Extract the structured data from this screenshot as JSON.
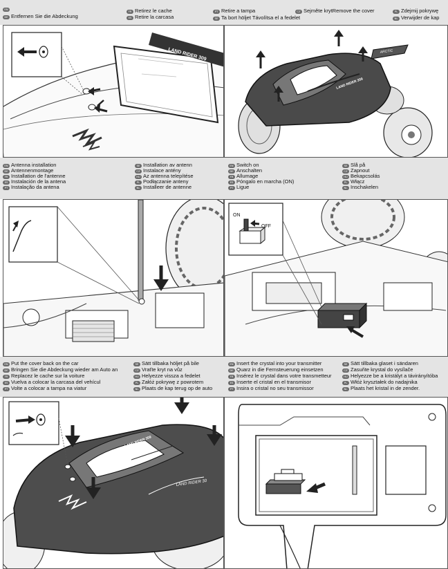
{
  "band1": {
    "items": [
      {
        "code": "EN",
        "text": ""
      },
      {
        "code": "DE",
        "text": "Entfernen Sie die Abdeckung"
      },
      {
        "code": "FR",
        "text": "Retirez le cache"
      },
      {
        "code": "ES",
        "text": "Retire la carcasa"
      },
      {
        "code": "PT",
        "text": "Retire a tampa"
      },
      {
        "code": "SE",
        "text": "Ta bort höljet Távolítsa el a fedelet"
      },
      {
        "code": "CZ",
        "text": "Sejměte krytRemove the cover"
      },
      {
        "code": "PL",
        "text": "Zdejmij pokrywę"
      },
      {
        "code": "NL",
        "text": "Verwijder de kap"
      }
    ]
  },
  "band2": {
    "items": [
      {
        "code": "EN",
        "text": "Antenna installation"
      },
      {
        "code": "DE",
        "text": "Antennenmontage"
      },
      {
        "code": "FR",
        "text": "Installation de l'antenne"
      },
      {
        "code": "ES",
        "text": "Instalación de la antena"
      },
      {
        "code": "PT",
        "text": "Instalação da antena"
      },
      {
        "code": "SE",
        "text": "Installation av antenn"
      },
      {
        "code": "CZ",
        "text": "Instalace antény"
      },
      {
        "code": "HU",
        "text": "Az antenna telepítése"
      },
      {
        "code": "PL",
        "text": "Podłączanie anteny"
      },
      {
        "code": "NL",
        "text": "Installeer de antenne"
      },
      {
        "code": "EN",
        "text": "Switch on"
      },
      {
        "code": "DE",
        "text": "Anschalten"
      },
      {
        "code": "FR",
        "text": "Allumage"
      },
      {
        "code": "ES",
        "text": "Póngalo en marcha (ON)"
      },
      {
        "code": "PT",
        "text": "Ligue"
      },
      {
        "code": "SE",
        "text": "Slå på"
      },
      {
        "code": "CZ",
        "text": "Zapnout"
      },
      {
        "code": "HU",
        "text": "Bekapcsolás"
      },
      {
        "code": "PL",
        "text": "Włącz"
      },
      {
        "code": "NL",
        "text": "Inschakelen"
      }
    ]
  },
  "band3": {
    "items": [
      {
        "code": "EN",
        "text": "Put the cover back on the car"
      },
      {
        "code": "DE",
        "text": "Bringen Sie die Abdeckung wieder am Auto an"
      },
      {
        "code": "FR",
        "text": "Replacez le cache sur la voiture"
      },
      {
        "code": "ES",
        "text": "Vuelva a colocar la carcasa del vehícul"
      },
      {
        "code": "PT",
        "text": "Volte a colocar a tampa na viatur"
      },
      {
        "code": "SE",
        "text": "Sätt tillbaka höljet på bile"
      },
      {
        "code": "CZ",
        "text": "Vraťte kryt na vůz"
      },
      {
        "code": "HU",
        "text": "Helyezze vissza a fedelet"
      },
      {
        "code": "PL",
        "text": "Załóż pokrywę z powrotem"
      },
      {
        "code": "NL",
        "text": "Plaats de kap terug op de auto"
      },
      {
        "code": "EN",
        "text": "Insert the crystal into your transmitter"
      },
      {
        "code": "DE",
        "text": "Quarz in die Fernsteuerung einsetzen"
      },
      {
        "code": "FR",
        "text": "Insérez le crystal dans votre transmetteur"
      },
      {
        "code": "ES",
        "text": "Inserte el cristal en el transmisor"
      },
      {
        "code": "PT",
        "text": "Insira o cristal no seu transmissor"
      },
      {
        "code": "SE",
        "text": "Sätt tillbaka glaset i sändaren"
      },
      {
        "code": "CZ",
        "text": "Zasuňte krystal do vysílače"
      },
      {
        "code": "HU",
        "text": "Helyezze be a kristályt a távirányítóba"
      },
      {
        "code": "PL",
        "text": "Włóż kryształek do nadajnika"
      },
      {
        "code": "NL",
        "text": "Plaats het kristal in de zender."
      }
    ]
  },
  "illustrations": {
    "car_brand": "LAND RIDER 309",
    "car_brand_short": "LAND RIDER 30",
    "wing_logo": "ARCTIC",
    "switch_on": "ON",
    "switch_off": "OFF"
  }
}
